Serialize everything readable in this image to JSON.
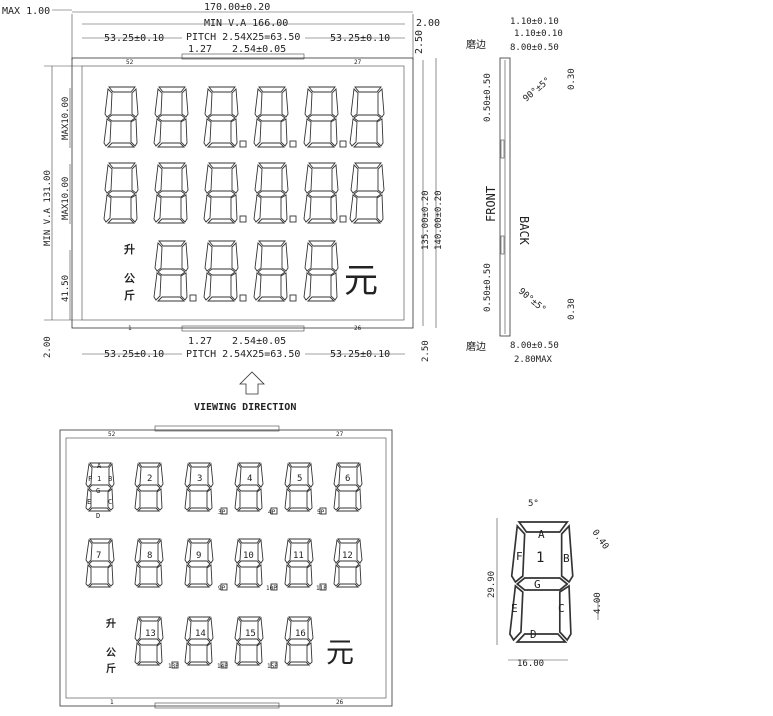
{
  "front_view": {
    "max_thickness": "MAX 1.00",
    "overall_width": "170.00±0.20",
    "min_va_width": "MIN V.A 166.00",
    "margin_left": "53.25±0.10",
    "margin_right": "53.25±0.10",
    "pitch": "PITCH 2.54X25=63.50",
    "pin_width": "1.27",
    "pin_pitch": "2.54±0.05",
    "top_gap": "2.00",
    "top_offset": "2.50",
    "min_va_height": "MIN V.A 131.00",
    "digit_h_1": "MAX10.00",
    "digit_h_2": "MAX10.00",
    "bottom_offset": "41.50",
    "bottom_gap": "2.00",
    "height_inner": "135.00±0.20",
    "height_outer": "140.00±0.20",
    "bottom_offset_right": "2.50",
    "pin_top_left": "52",
    "pin_top_right": "27",
    "pin_bot_left": "1",
    "pin_bot_right": "26",
    "label_up": "升",
    "label_gong": "公",
    "label_jin": "斤",
    "label_yuan": "元",
    "viewing_direction": "VIEWING DIRECTION"
  },
  "side_view": {
    "dim_a": "1.10±0.10",
    "dim_b": "1.10±0.10",
    "label_grind_top": "磨边",
    "dim_c": "8.00±0.50",
    "dim_angle_top": "90°±5°",
    "dim_d": "0.50±0.50",
    "dim_e": "0.30",
    "front": "FRONT",
    "back": "BACK",
    "dim_angle_bot": "90°±5°",
    "dim_f": "0.50±0.50",
    "dim_g": "0.30",
    "label_grind_bot": "磨边",
    "dim_h": "8.00±0.50",
    "dim_max": "2.80MAX"
  },
  "segment_map": {
    "pin_top_left": "52",
    "pin_top_right": "27",
    "pin_bot_left": "1",
    "pin_bot_right": "26",
    "seg_letters": [
      "A",
      "F",
      "1",
      "B",
      "G",
      "E",
      "D",
      "C"
    ],
    "row1": [
      "2",
      "3",
      "4",
      "5",
      "6"
    ],
    "row1_dp": [
      "3P",
      "4P",
      "5P"
    ],
    "row2": [
      "7",
      "8",
      "9",
      "10",
      "11",
      "12"
    ],
    "row2_dp": [
      "9P",
      "10P",
      "11P"
    ],
    "row3": [
      "13",
      "14",
      "15",
      "16"
    ],
    "row3_dp": [
      "13P",
      "14P",
      "15P"
    ],
    "label_up": "升",
    "label_gong": "公",
    "label_jin": "斤",
    "label_yuan": "元"
  },
  "digit_detail": {
    "angle": "5°",
    "stroke": "0.40",
    "height": "29.90",
    "width": "16.00",
    "gap": "4.00",
    "letters": [
      "A",
      "F",
      "1",
      "B",
      "G",
      "E",
      "C",
      "D"
    ]
  }
}
